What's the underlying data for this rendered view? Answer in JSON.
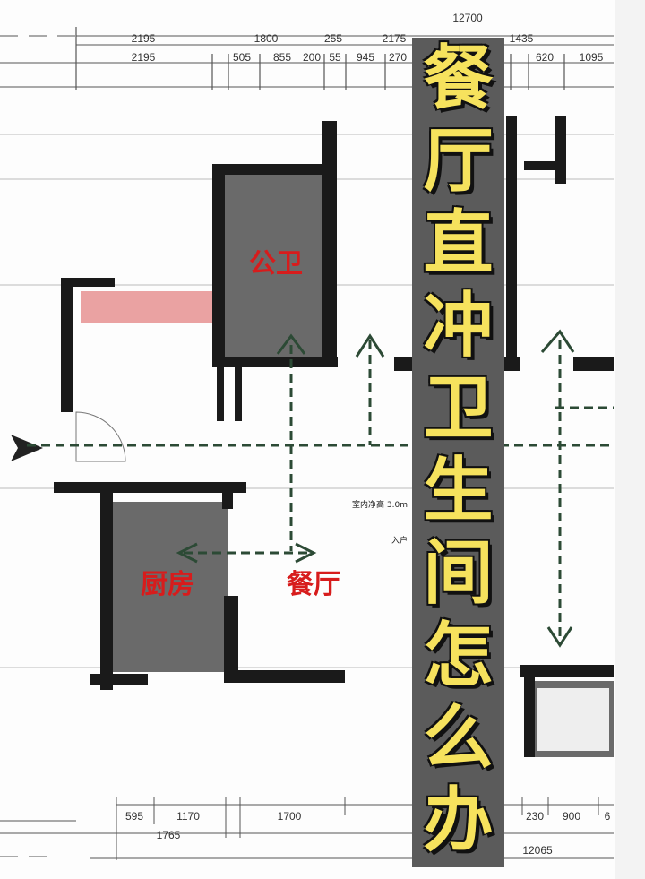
{
  "title_chars": [
    "餐",
    "厅",
    "直",
    "冲",
    "卫",
    "生",
    "间",
    "怎",
    "么",
    "办"
  ],
  "rooms": {
    "bathroom": "公卫",
    "kitchen": "厨房",
    "dining": "餐厅"
  },
  "top_dims": {
    "total": "12700",
    "row1": [
      "2195",
      "1800",
      "255",
      "2175",
      "1435"
    ],
    "row2": [
      "2195",
      "505",
      "855",
      "200",
      "55",
      "945",
      "270",
      "620",
      "1095"
    ]
  },
  "bottom_dims": {
    "row1": [
      "595",
      "1170",
      "1700",
      "230",
      "900",
      "6"
    ],
    "row2": [
      "1765"
    ],
    "total": "12065"
  },
  "notes": [
    "室内净高 3.0m",
    "入户"
  ],
  "colors": {
    "banner": "#5b5b5b",
    "title": "#f6e25d",
    "room_label": "#d71c1c",
    "arrow": "#2c4a35",
    "room_fill": "#6a6a6a",
    "highlight": "#e58b8b"
  }
}
